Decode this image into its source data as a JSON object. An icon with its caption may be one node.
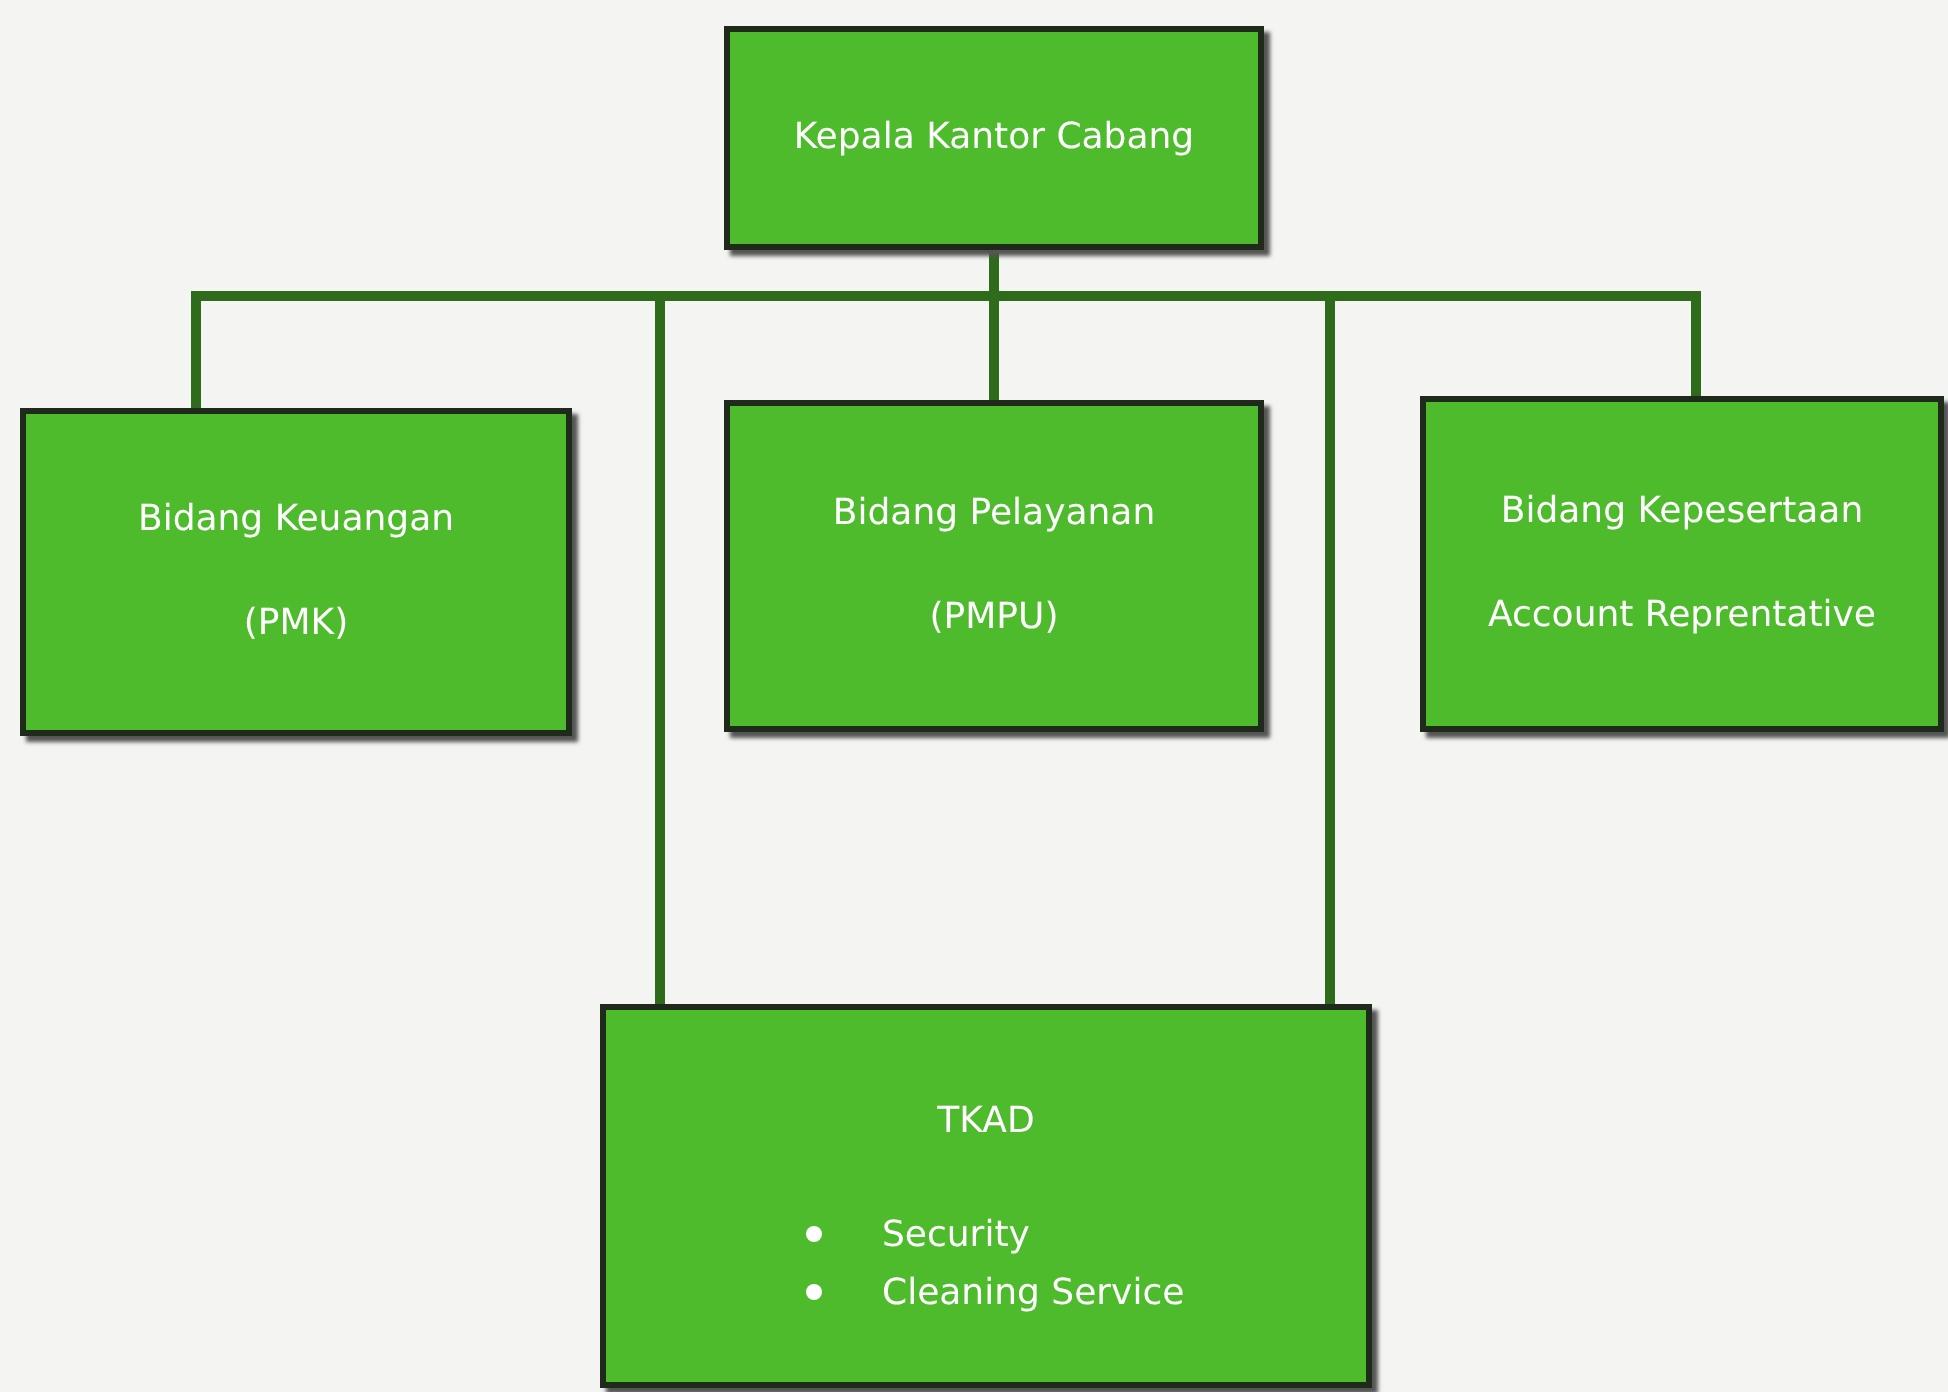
{
  "diagram": {
    "nodes": [
      {
        "text": [
          "Kepala Kantor Cabang"
        ]
      },
      {
        "text": [
          "Bidang Keuangan",
          "(PMK)"
        ]
      },
      {
        "text": [
          "Bidang Pelayanan",
          "(PMPU)"
        ]
      },
      {
        "text": [
          "Bidang Kepesertaan",
          "Account Reprentative"
        ]
      },
      {
        "text": [
          "TKAD",
          "Security",
          "Cleaning Service"
        ]
      }
    ],
    "edges": [
      {
        "from": 0,
        "to": 1,
        "arrow": "none"
      },
      {
        "from": 0,
        "to": 2,
        "arrow": "none"
      },
      {
        "from": 0,
        "to": 3,
        "arrow": "none"
      },
      {
        "from": 0,
        "to": 4,
        "arrow": "none"
      },
      {
        "from": 0,
        "to": 4,
        "arrow": "none"
      }
    ]
  }
}
